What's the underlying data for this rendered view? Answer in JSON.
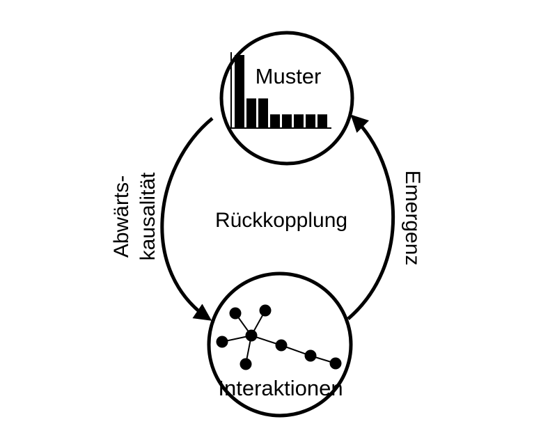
{
  "labels": {
    "top_node": "Muster",
    "bottom_node": "Interaktionen",
    "center": "Rückkopplung",
    "left_arrow_line1": "Abwärts-",
    "left_arrow_line2": "kausalität",
    "right_arrow": "Emergenz"
  },
  "bar_chart": {
    "values": [
      100,
      40,
      40,
      18,
      18,
      18,
      18,
      18
    ]
  },
  "colors": {
    "stroke": "#000000",
    "background": "#ffffff"
  }
}
